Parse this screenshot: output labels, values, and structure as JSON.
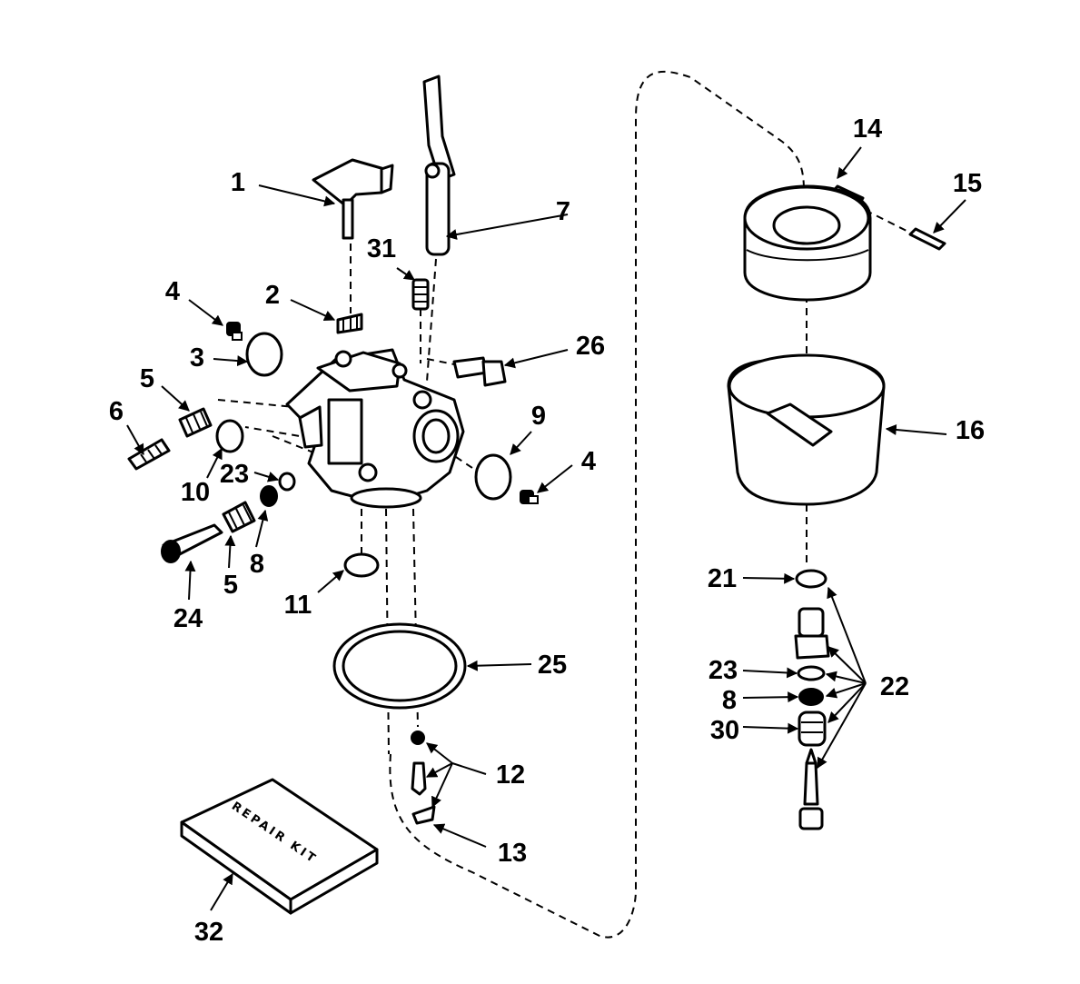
{
  "diagram": {
    "kit_label": "REPAIR KIT",
    "callouts": [
      {
        "id": "c1",
        "text": "1"
      },
      {
        "id": "c2",
        "text": "2"
      },
      {
        "id": "c3",
        "text": "3"
      },
      {
        "id": "c4a",
        "text": "4"
      },
      {
        "id": "c4b",
        "text": "4"
      },
      {
        "id": "c5a",
        "text": "5"
      },
      {
        "id": "c5b",
        "text": "5"
      },
      {
        "id": "c6",
        "text": "6"
      },
      {
        "id": "c7",
        "text": "7"
      },
      {
        "id": "c8a",
        "text": "8"
      },
      {
        "id": "c8b",
        "text": "8"
      },
      {
        "id": "c9",
        "text": "9"
      },
      {
        "id": "c10",
        "text": "10"
      },
      {
        "id": "c11",
        "text": "11"
      },
      {
        "id": "c12",
        "text": "12"
      },
      {
        "id": "c13",
        "text": "13"
      },
      {
        "id": "c14",
        "text": "14"
      },
      {
        "id": "c15",
        "text": "15"
      },
      {
        "id": "c16",
        "text": "16"
      },
      {
        "id": "c21",
        "text": "21"
      },
      {
        "id": "c22",
        "text": "22"
      },
      {
        "id": "c23a",
        "text": "23"
      },
      {
        "id": "c23b",
        "text": "23"
      },
      {
        "id": "c24",
        "text": "24"
      },
      {
        "id": "c25",
        "text": "25"
      },
      {
        "id": "c26",
        "text": "26"
      },
      {
        "id": "c30",
        "text": "30"
      },
      {
        "id": "c31",
        "text": "31"
      },
      {
        "id": "c32",
        "text": "32"
      }
    ]
  }
}
